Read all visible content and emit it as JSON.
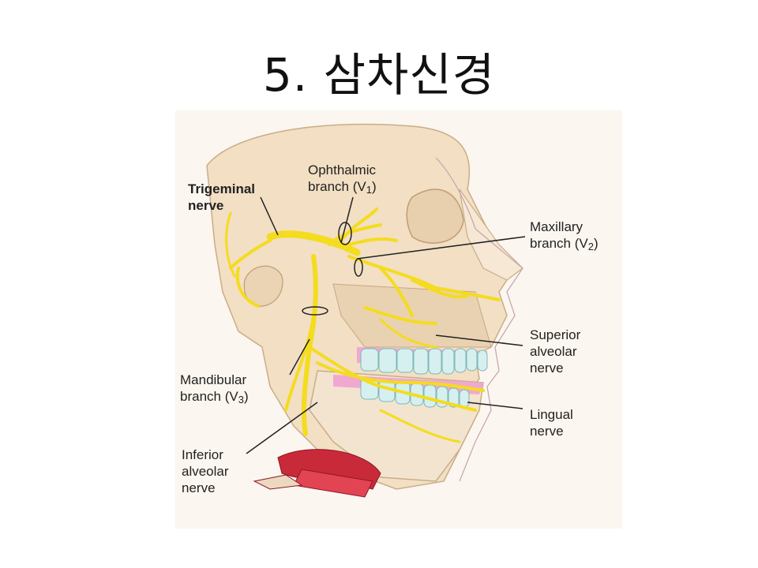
{
  "title": "5. 삼차신경",
  "labels": {
    "trigeminal": [
      "Trigeminal",
      "nerve"
    ],
    "ophthalmic": {
      "line1": "Ophthalmic",
      "line2": "branch (V",
      "sub": "1",
      "close": ")"
    },
    "maxillary": {
      "line1": "Maxillary",
      "line2": "branch (V",
      "sub": "2",
      "close": ")"
    },
    "superior": [
      "Superior",
      "alveolar",
      "nerve"
    ],
    "mandibular": {
      "line1": "Mandibular",
      "line2": "branch (V",
      "sub": "3",
      "close": ")"
    },
    "lingual": [
      "Lingual",
      "nerve"
    ],
    "inferior": [
      "Inferior",
      "alveolar",
      "nerve"
    ]
  },
  "colors": {
    "nerve": "#f4dc1e",
    "bone": "#f3e2c8",
    "bone_shade": "#dcc3a0",
    "teeth": "#d6f0ef",
    "gum": "#f1a9d2",
    "muscle": "#c8283a"
  }
}
